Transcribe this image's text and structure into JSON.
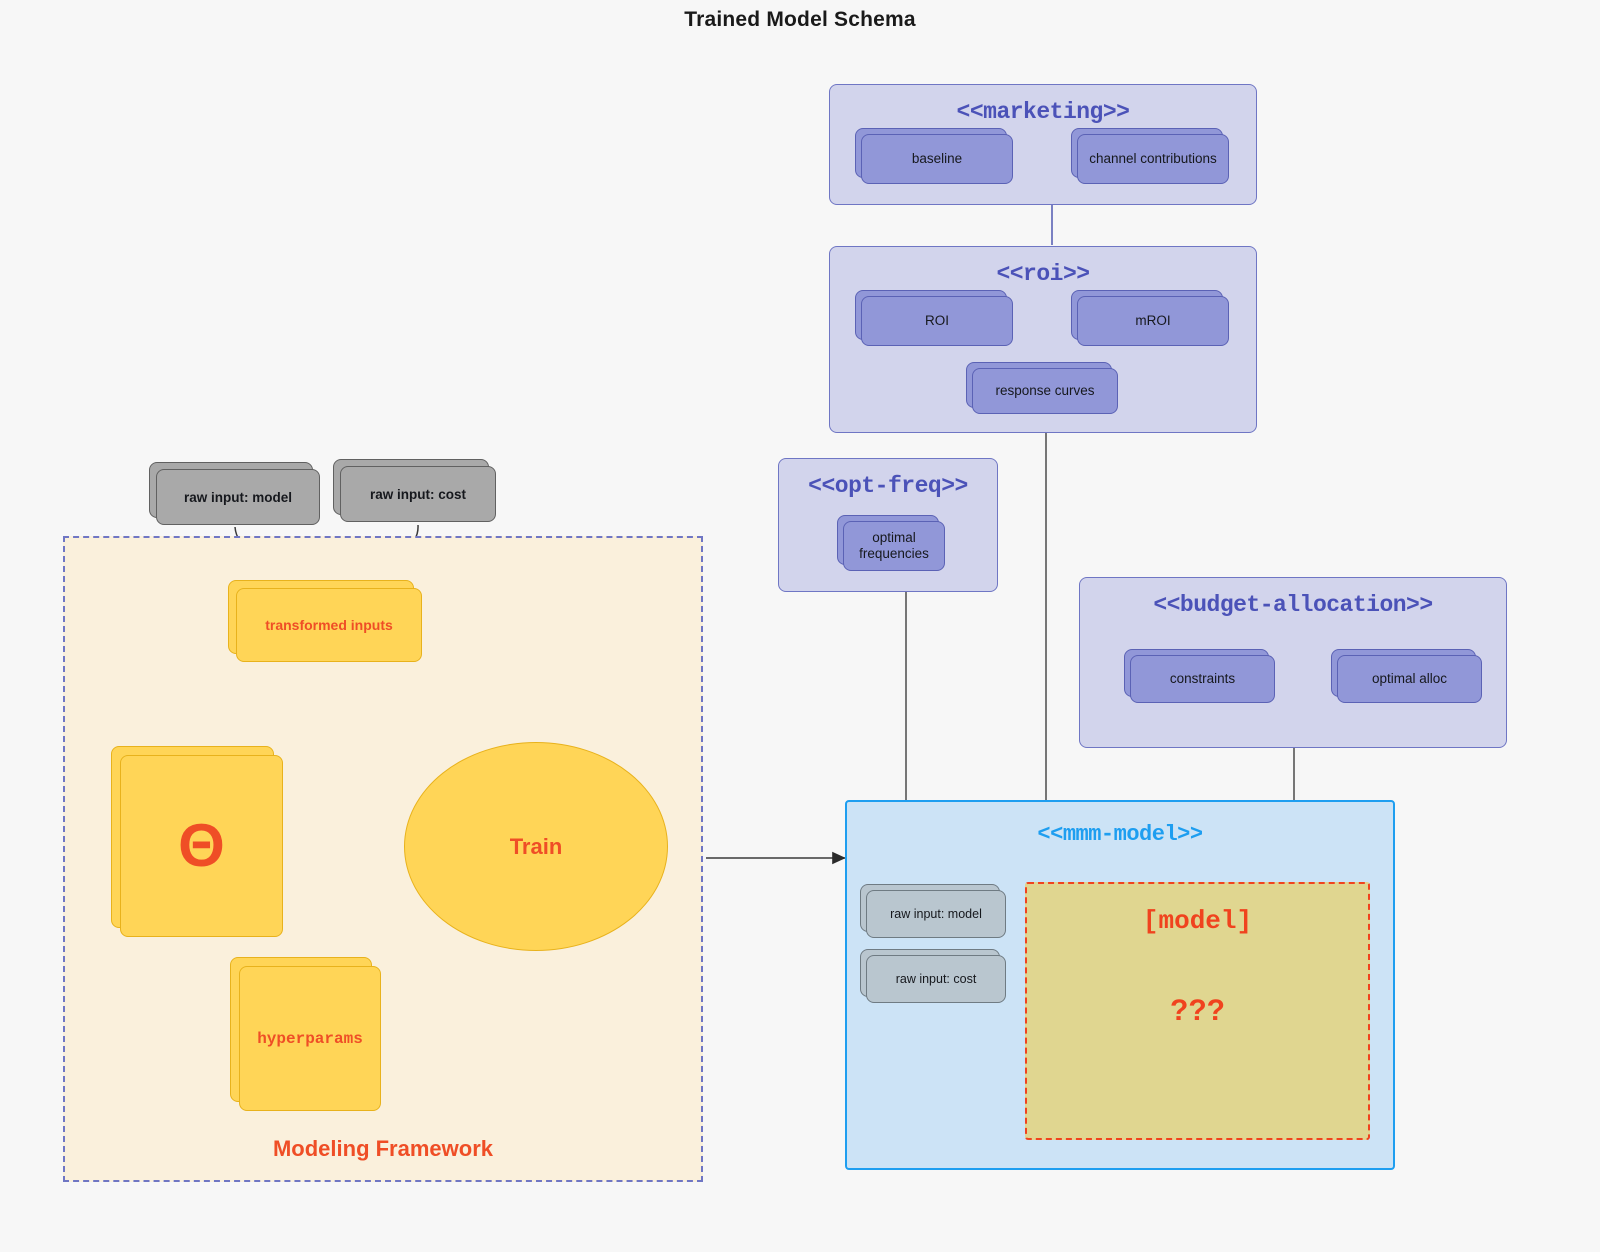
{
  "title": "Trained Model Schema",
  "packages": {
    "marketing": {
      "name": "<<marketing>>",
      "nodes": [
        {
          "label": "baseline"
        },
        {
          "label": "channel contributions"
        }
      ]
    },
    "roi": {
      "name": "<<roi>>",
      "nodes": [
        {
          "label": "ROI"
        },
        {
          "label": "mROI"
        },
        {
          "label": "response curves"
        }
      ]
    },
    "opt_freq": {
      "name": "<<opt-freq>>",
      "nodes": [
        {
          "label": "optimal\nfrequencies",
          "line1": "optimal",
          "line2": "frequencies"
        }
      ]
    },
    "budget_allocation": {
      "name": "<<budget-allocation>>",
      "nodes": [
        {
          "label": "constraints"
        },
        {
          "label": "optimal alloc"
        }
      ]
    },
    "mmm_model": {
      "name": "<<mmm-model>>",
      "nodes": [
        {
          "label": "raw input: model"
        },
        {
          "label": "raw input: cost"
        }
      ],
      "placeholder": {
        "label": "[model]",
        "unknown": "???"
      }
    }
  },
  "framework": {
    "label": "Modeling Framework",
    "raw_inputs": [
      {
        "label": "raw input: model"
      },
      {
        "label": "raw input: cost"
      }
    ],
    "transformed_inputs": {
      "label": "transformed inputs"
    },
    "theta": {
      "label": "Θ"
    },
    "hyperparams": {
      "label": "hyperparams"
    },
    "train": {
      "label": "Train"
    }
  },
  "colors": {
    "background": "#f7f7f7",
    "package_fill": "#d2d4ec",
    "package_stroke": "#6f76c4",
    "node_purple_fill": "#9197d8",
    "node_purple_stroke": "#5b62b5",
    "node_grey_fill": "#a9a9a9",
    "node_grey_stroke": "#616161",
    "node_grey_small_fill": "#b9c6cf",
    "yellow_fill": "#ffd557",
    "yellow_stroke": "#e8b21c",
    "yellow_pale_fill": "#fae08c",
    "framework_fill": "#faf0dc",
    "accent_red": "#ef4e26",
    "mmm_fill": "#cce3f6",
    "mmm_stroke": "#1e9ef0",
    "model_fill": "#e0d690",
    "model_stroke": "#f0431e"
  }
}
